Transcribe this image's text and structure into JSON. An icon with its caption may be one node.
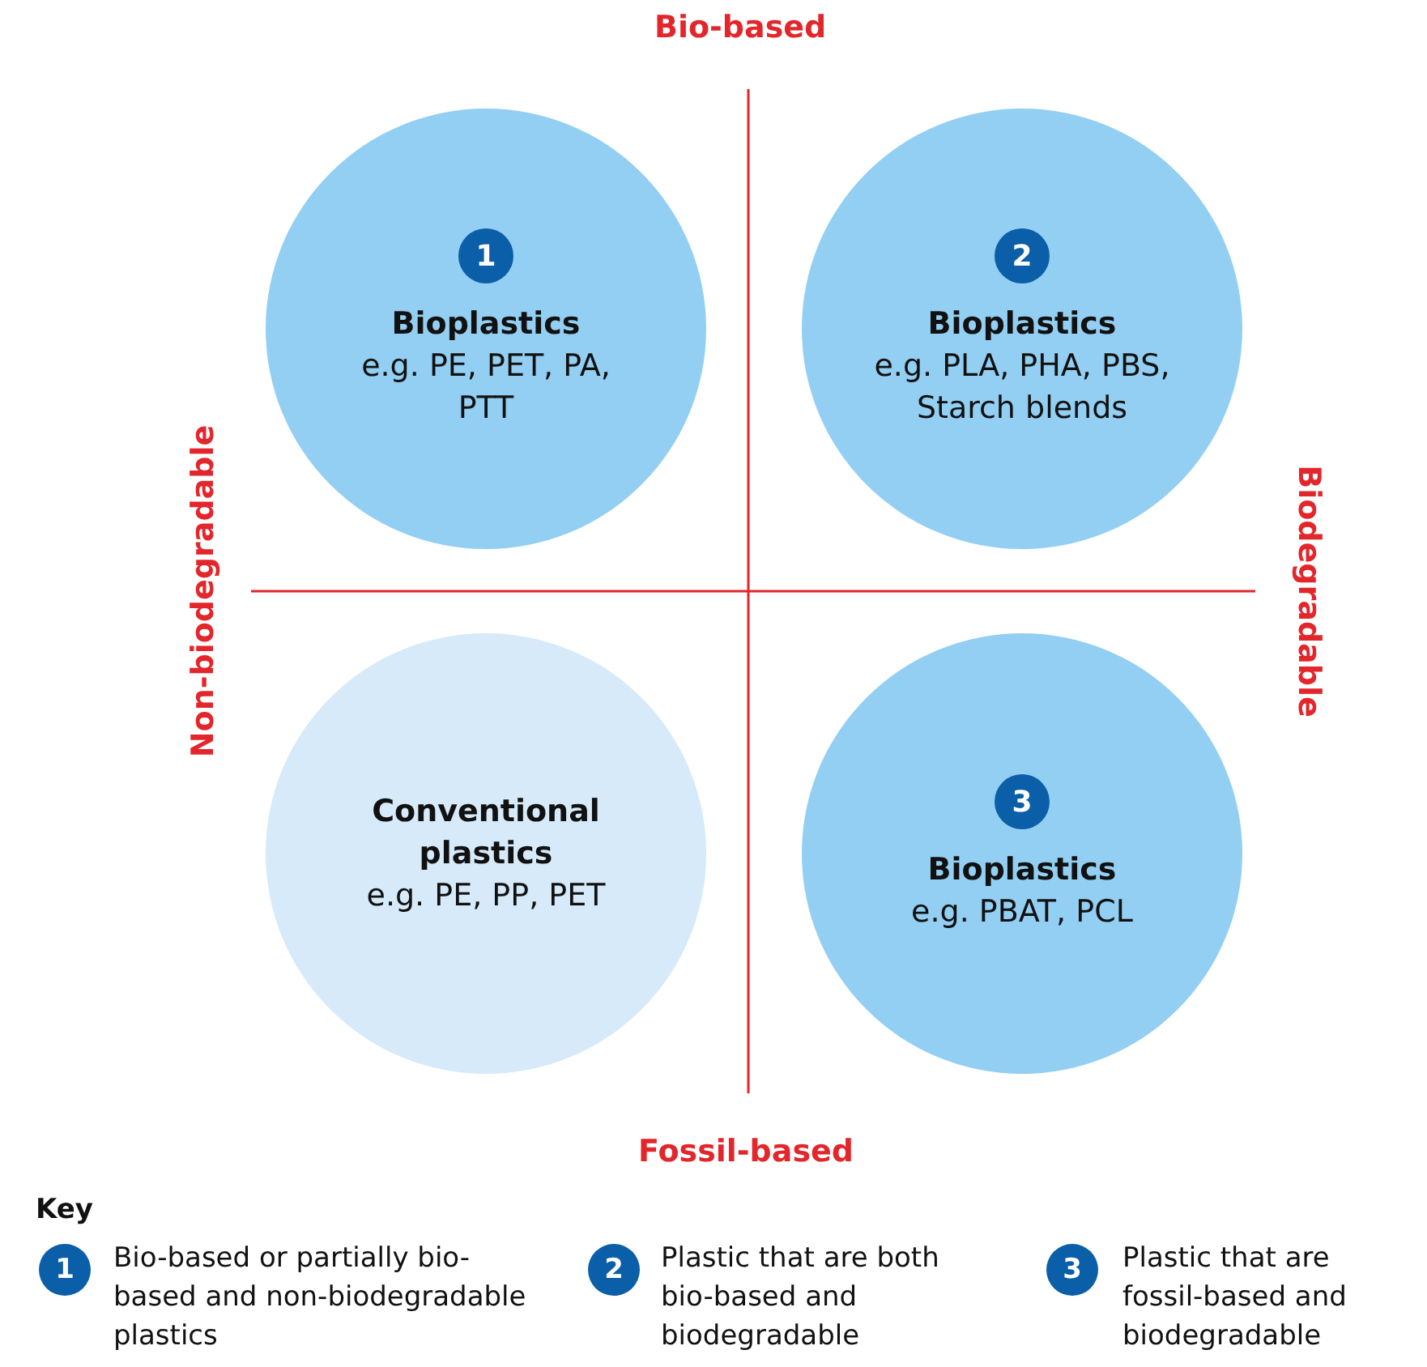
{
  "diagram": {
    "nodes": [
      {
        "text": [
          "1",
          "Bioplastics",
          "e.g. PE, PET, PA, PTT"
        ]
      },
      {
        "text": [
          "2",
          "Bioplastics",
          "e.g. PLA, PHA, PBS, Starch blends"
        ]
      },
      {
        "text": [
          "Conventional plastics",
          "e.g. PE, PP, PET"
        ]
      },
      {
        "text": [
          "3",
          "Bioplastics",
          "e.g. PBAT, PCL"
        ]
      }
    ],
    "labels": [
      "Bio-based",
      "Non-biodegradable",
      "Biodegradable",
      "Fossil-based",
      "Key",
      "1",
      "Bio-based or partially bio-based and non-biodegradable plastics",
      "2",
      "Plastic that are both bio-based and biodegradable",
      "3",
      "Plastic that are fossil-based and biodegradable"
    ]
  }
}
